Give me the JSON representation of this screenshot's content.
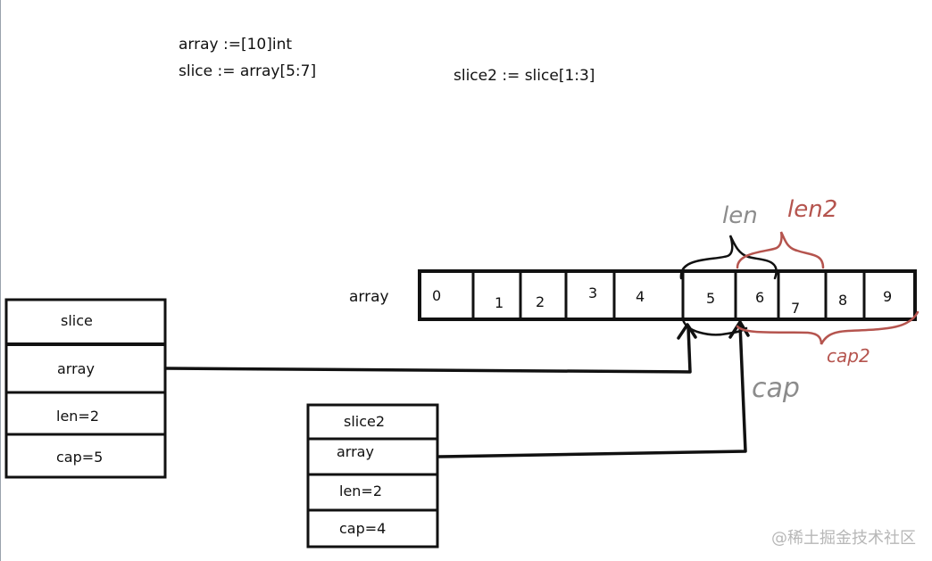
{
  "code": {
    "line1": "array :=[10]int",
    "line2": "slice := array[5:7]",
    "line3": "slice2 := slice[1:3]"
  },
  "array_label": "array",
  "cells": [
    "0",
    "1",
    "2",
    "3",
    "4",
    "5",
    "6",
    "7",
    "8",
    "9"
  ],
  "slice": {
    "title": "slice",
    "array": "array",
    "len": "len=2",
    "cap": "cap=5"
  },
  "slice2": {
    "title": "slice2",
    "array": "array",
    "len": "len=2",
    "cap": "cap=4"
  },
  "annotations": {
    "len": "len",
    "len2": "len2",
    "cap": "cap",
    "cap2": "cap2"
  },
  "colors": {
    "ink": "#111111",
    "red": "#b5544e",
    "gray": "#8c8c8c",
    "watermark": "#b7b7b7"
  },
  "watermark": "@稀土掘金技术社区"
}
